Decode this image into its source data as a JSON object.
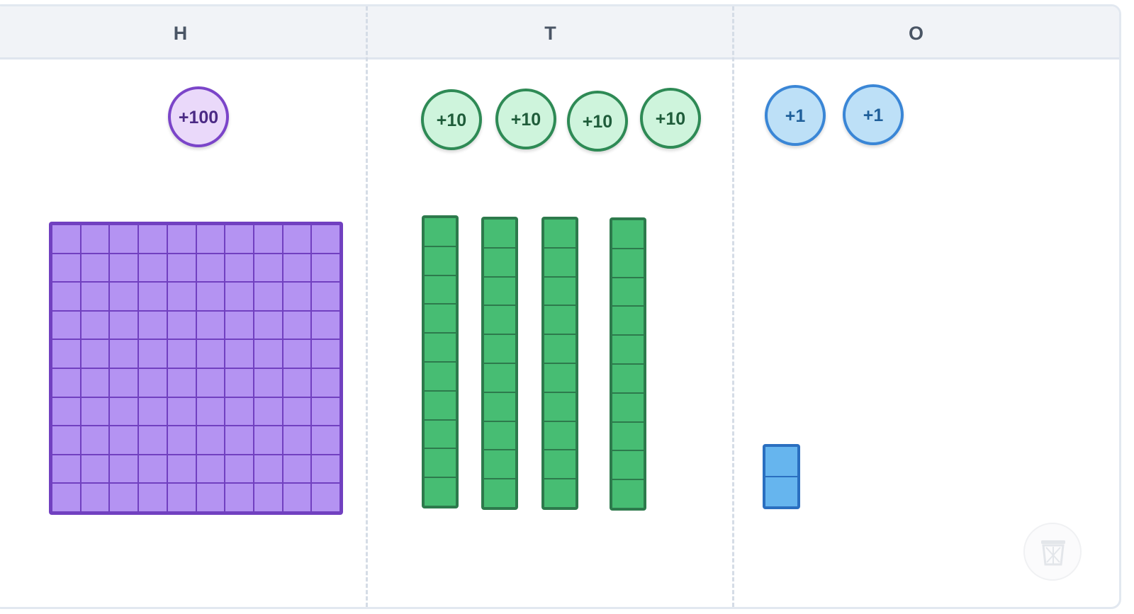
{
  "columns": [
    {
      "key": "hundreds",
      "label": "H"
    },
    {
      "key": "tens",
      "label": "T"
    },
    {
      "key": "ones",
      "label": "O"
    }
  ],
  "coins": {
    "hundreds": [
      "+100"
    ],
    "tens": [
      "+10",
      "+10",
      "+10",
      "+10"
    ],
    "ones": [
      "+1",
      "+1"
    ]
  },
  "blocks": {
    "hundreds": {
      "count": 1,
      "cells_per_block": 100
    },
    "tens": {
      "count": 4,
      "cells_per_block": 10
    },
    "ones": {
      "count": 2
    }
  },
  "icons": {
    "trash": "trash-icon"
  },
  "colors": {
    "hundreds_fill": "#b493f2",
    "hundreds_border": "#7140c0",
    "tens_fill": "#47bd73",
    "tens_border": "#2d7a4c",
    "ones_fill": "#66b5ee",
    "ones_border": "#2a6fc0"
  }
}
